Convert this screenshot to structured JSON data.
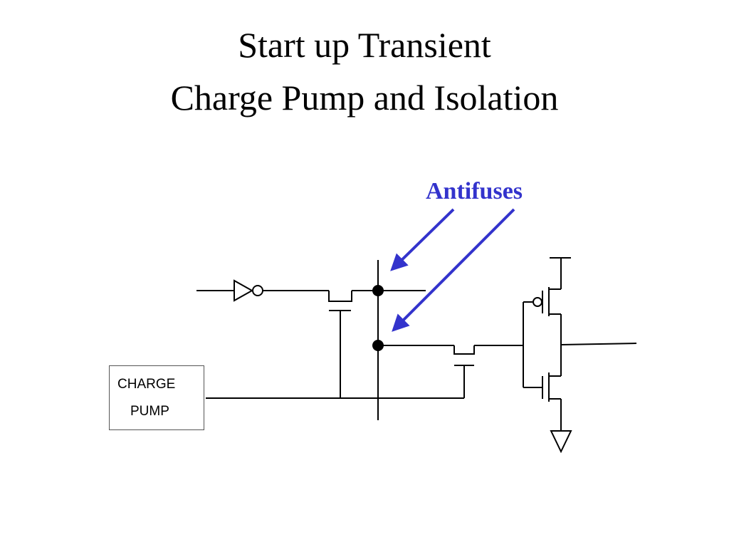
{
  "title": {
    "line1": "Start up Transient",
    "line2": "Charge Pump and Isolation"
  },
  "annotation": {
    "label": "Antifuses",
    "color": "#3333cc"
  },
  "charge_pump": {
    "line1": "CHARGE",
    "line2": "PUMP"
  },
  "colors": {
    "wire": "#000000",
    "arrow": "#3333cc",
    "background": "#ffffff"
  }
}
